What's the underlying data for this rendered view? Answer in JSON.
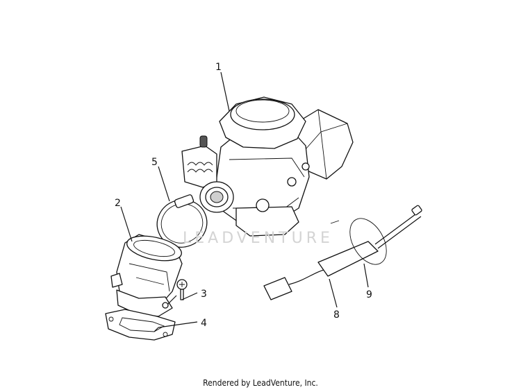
{
  "watermark": "LEADVENTURE",
  "credit": "Rendered by LeadVenture, Inc.",
  "callouts": [
    {
      "id": "1",
      "label": "1"
    },
    {
      "id": "2",
      "label": "2"
    },
    {
      "id": "3",
      "label": "3"
    },
    {
      "id": "4",
      "label": "4"
    },
    {
      "id": "5",
      "label": "5"
    },
    {
      "id": "8",
      "label": "8"
    },
    {
      "id": "9",
      "label": "9"
    }
  ],
  "parts": [
    {
      "callout": "1",
      "name": "carburetor-assembly"
    },
    {
      "callout": "2",
      "name": "intake-manifold"
    },
    {
      "callout": "3",
      "name": "screw"
    },
    {
      "callout": "4",
      "name": "gasket"
    },
    {
      "callout": "5",
      "name": "hose-clamp"
    },
    {
      "callout": "8",
      "name": "throttle-cable-heater"
    },
    {
      "callout": "9",
      "name": "cable-tie"
    }
  ]
}
